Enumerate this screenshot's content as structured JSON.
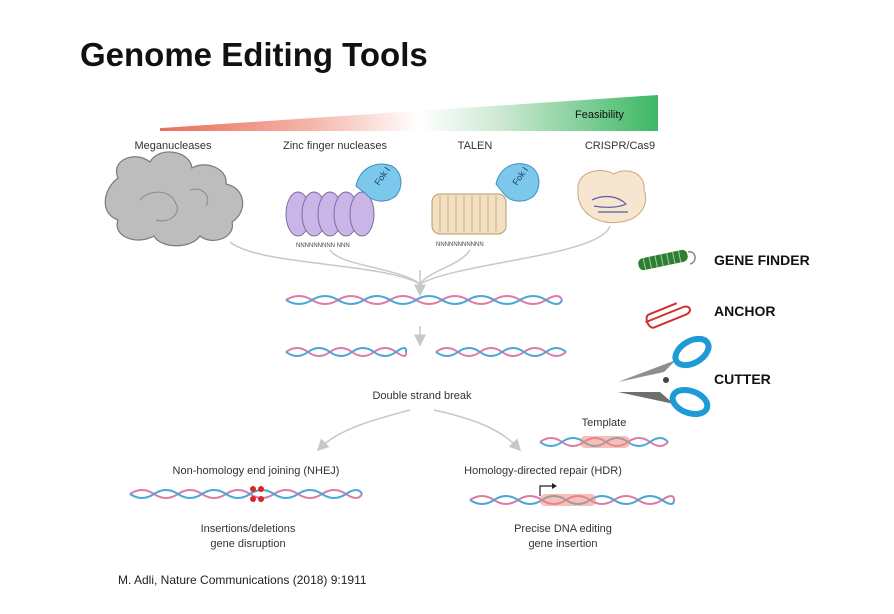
{
  "title": "Genome Editing Tools",
  "feasibility_label": "Feasibility",
  "tools": [
    {
      "label": "Meganucleases"
    },
    {
      "label": "Zinc finger nucleases"
    },
    {
      "label": "TALEN"
    },
    {
      "label": "CRISPR/Cas9"
    }
  ],
  "fok_label": "Fok I",
  "zfn_seq": "NNNNNNNNN NNN",
  "talen_seq": "NNNNNNNNNNN",
  "double_strand_break": "Double strand break",
  "template_label": "Template",
  "nhej": {
    "title": "Non-homology end joining (NHEJ)",
    "outcome_line1": "Insertions/deletions",
    "outcome_line2": "gene disruption"
  },
  "hdr": {
    "title": "Homology-directed repair (HDR)",
    "outcome_line1": "Precise DNA editing",
    "outcome_line2": "gene insertion"
  },
  "legend": [
    {
      "label": "GENE FINDER",
      "icon": "spring-icon",
      "color": "#2e7d32"
    },
    {
      "label": "ANCHOR",
      "icon": "paperclip-icon",
      "color": "#d32f2f"
    },
    {
      "label": "CUTTER",
      "icon": "scissors-icon",
      "color": "#1e9ad6"
    }
  ],
  "citation": "M. Adli, Nature Communications (2018) 9:1911",
  "colors": {
    "dna_strand_a": "#e07aa8",
    "dna_strand_b": "#4aa6d8",
    "template_highlight": "#f08c7a",
    "cut_mark": "#d62828",
    "arrow": "#c8c8c8"
  }
}
